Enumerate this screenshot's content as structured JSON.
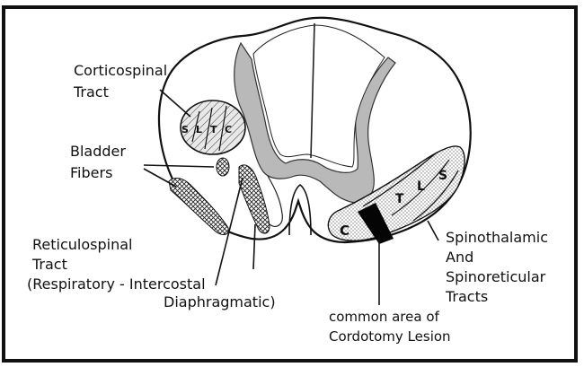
{
  "labels": {
    "corticospinal": [
      "Corticospinal",
      "Tract"
    ],
    "bladder": [
      "Bladder",
      "Fibers"
    ],
    "reticulospinal": [
      "Reticulospinal",
      "Tract",
      "(Respiratory - Intercostal",
      "Diaphragmatic)"
    ],
    "spinothalamic": [
      "Spinothalamic",
      "And",
      "Spinoreticular",
      "Tracts"
    ],
    "cordotomy": [
      "common area of",
      "Cordotomy Lesion"
    ],
    "corticospinal_segments": [
      "S",
      "L",
      "T",
      "C"
    ],
    "spinothalamic_segments": [
      "C",
      "T",
      "L",
      "S"
    ]
  }
}
